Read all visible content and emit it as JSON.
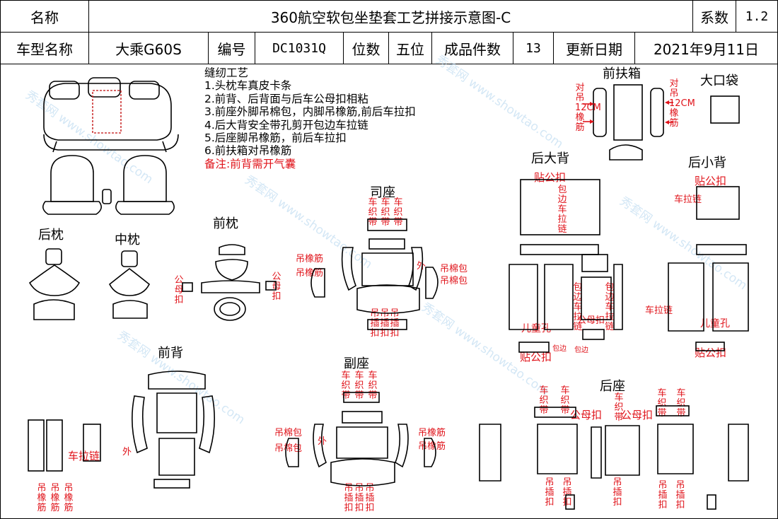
{
  "header": {
    "name_label": "名称",
    "title": "360航空软包坐垫套工艺拼接示意图-C",
    "coef_label": "系数",
    "coef_value": "1.2",
    "model_label": "车型名称",
    "model_value": "大乘G60S",
    "code_label": "编号",
    "code_value": "DC1031Q",
    "seats_label": "位数",
    "seats_value": "五位",
    "pieces_label": "成品件数",
    "pieces_value": "13",
    "update_label": "更新日期",
    "update_value": "2021年9月11日"
  },
  "notes": {
    "heading": "缝纫工艺",
    "items": [
      "1.头枕车真皮卡条",
      "2.前背、后背面与后车公母扣相粘",
      "3.前座外脚吊棉包，内脚吊橡筋,前后车拉扣",
      "4.后大背安全带孔剪开包边车拉链",
      "5.后座脚吊橡筋，前后车拉扣",
      "6.前扶箱对吊橡筋"
    ],
    "remark": "备注:前背需开气囊"
  },
  "sections": {
    "rear_headrest": "后枕",
    "mid_headrest": "中枕",
    "front_headrest": "前枕",
    "driver_seat": "司座",
    "front_armrest": "前扶箱",
    "big_pocket": "大口袋",
    "rear_big_back": "后大背",
    "rear_small_back": "后小背",
    "front_back": "前背",
    "passenger_seat": "副座",
    "rear_seat": "后座"
  },
  "annotations": {
    "gongmukou": "公母扣",
    "chezhidai": "车织带",
    "diaoxiangjin": "吊橡筋",
    "waiwai": "外",
    "diaomianbao": "吊棉包",
    "diaochakou": "吊插扣",
    "duidiao": "对吊12CM橡筋",
    "tiegongkou": "贴公扣",
    "baobian_lalian": "包边车拉链",
    "chelalian": "车拉链",
    "ertongkong": "儿童孔",
    "baobian": "包边",
    "chezhi": "车织",
    "chezhidaigongmukou": "公母扣"
  },
  "watermark": "秀套网 www.showtao.com"
}
